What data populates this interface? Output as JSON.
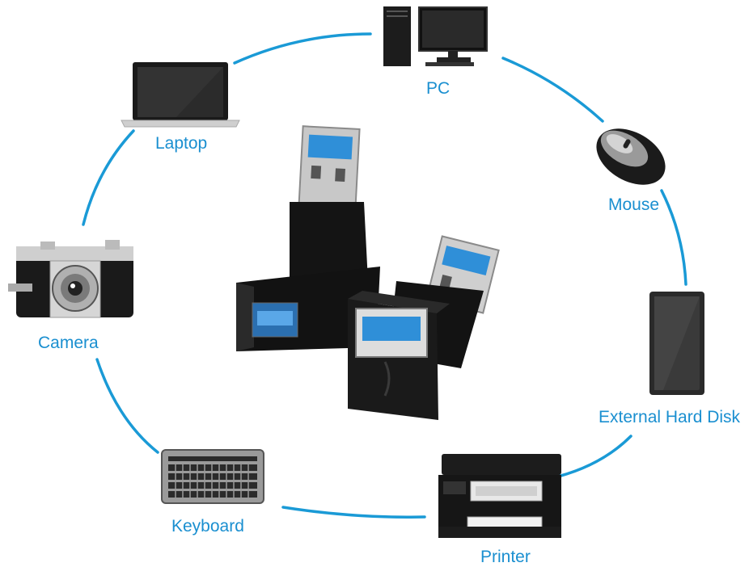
{
  "accent_color": "#1a9ad6",
  "labels": {
    "pc": "PC",
    "laptop": "Laptop",
    "mouse": "Mouse",
    "camera": "Camera",
    "external_hard_disk": "External Hard Disk",
    "keyboard": "Keyboard",
    "printer": "Printer"
  },
  "icons": {
    "pc": "desktop-computer-icon",
    "laptop": "laptop-icon",
    "mouse": "mouse-icon",
    "camera": "camera-icon",
    "external_hard_disk": "hard-disk-icon",
    "keyboard": "keyboard-icon",
    "printer": "printer-icon",
    "product": "usb-adapter-photo"
  }
}
